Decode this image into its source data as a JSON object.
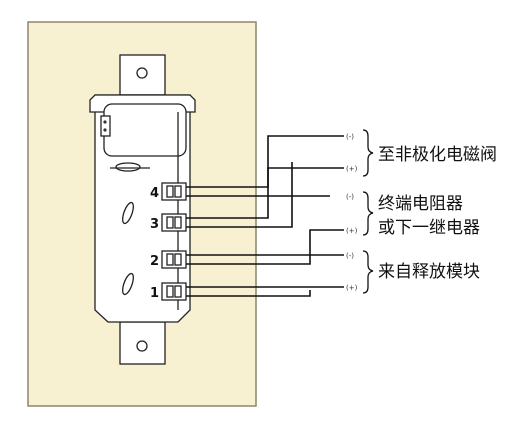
{
  "colors": {
    "panel": "#f7f1d2",
    "panel_border": "#8a866c",
    "device": "#ffffff",
    "wire": "#111111"
  },
  "terminals": [
    {
      "number": "4"
    },
    {
      "number": "3"
    },
    {
      "number": "2"
    },
    {
      "number": "1"
    }
  ],
  "outputs": [
    {
      "text": "至非极化电磁阀",
      "signs": [
        "(-)",
        "(+)"
      ]
    },
    {
      "text_line1": "终端电阻器",
      "text_line2": "或下一继电器",
      "signs": [
        "(-)",
        "(+)"
      ]
    },
    {
      "text": "来自释放模块",
      "signs": [
        "(-)",
        "(+)"
      ]
    }
  ]
}
